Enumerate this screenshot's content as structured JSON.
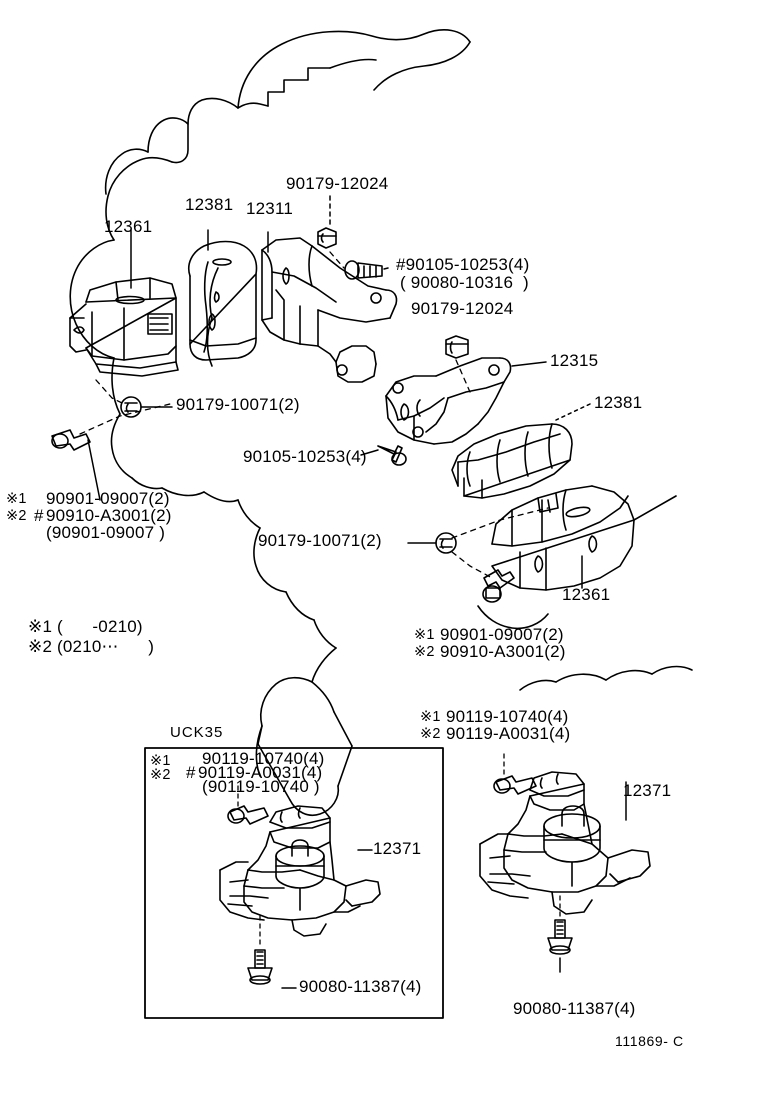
{
  "diagram": {
    "title_code": "111869- C",
    "subbox_title": "UCK35",
    "line_color": "#000000",
    "background": "#ffffff"
  },
  "main_labels": {
    "p12361_top": "12361",
    "p12381_top": "12381",
    "p12311": "12311",
    "p90179_12024_top": "90179-12024",
    "p90105_10253_4": "#90105-10253(4)",
    "p90080_10316": "( 90080-10316  )",
    "p90179_12024_mid": "90179-12024",
    "p12315": "12315",
    "p12381_right": "12381",
    "p12361_right": "12361",
    "p90179_10071_left": "90179-10071(2)",
    "p90105_10253_mid": "90105-10253(4)",
    "p90179_10071_mid": "90179-10071(2)"
  },
  "left_note_block": {
    "line1_mark": "※1",
    "line1": "90901-09007(2)",
    "line2_mark": "※2",
    "line2_hash": "#",
    "line2": "90910-A3001(2)",
    "line3": "(90901-09007 )"
  },
  "date_note_block": {
    "line1": "※1 (      -0210)",
    "line2": "※2 (0210⋯      )"
  },
  "right_note_block": {
    "line1_mark": "※1",
    "line1": "90901-09007(2)",
    "line2_mark": "※2",
    "line2": "90910-A3001(2)"
  },
  "sub_box": {
    "title": "UCK35",
    "note_line1_mark": "※1",
    "note_line1": "90119-10740(4)",
    "note_line2_mark": "※2",
    "note_line2_hash": "#",
    "note_line2": "90119-A0031(4)",
    "note_line3": "(90119-10740 )",
    "part_label": "12371",
    "bolt_label": "90080-11387(4)"
  },
  "right_sub": {
    "note_line1_mark": "※1",
    "note_line1": "90119-10740(4)",
    "note_line2_mark": "※2",
    "note_line2": "90119-A0031(4)",
    "part_label": "12371",
    "bolt_label": "90080-11387(4)"
  }
}
